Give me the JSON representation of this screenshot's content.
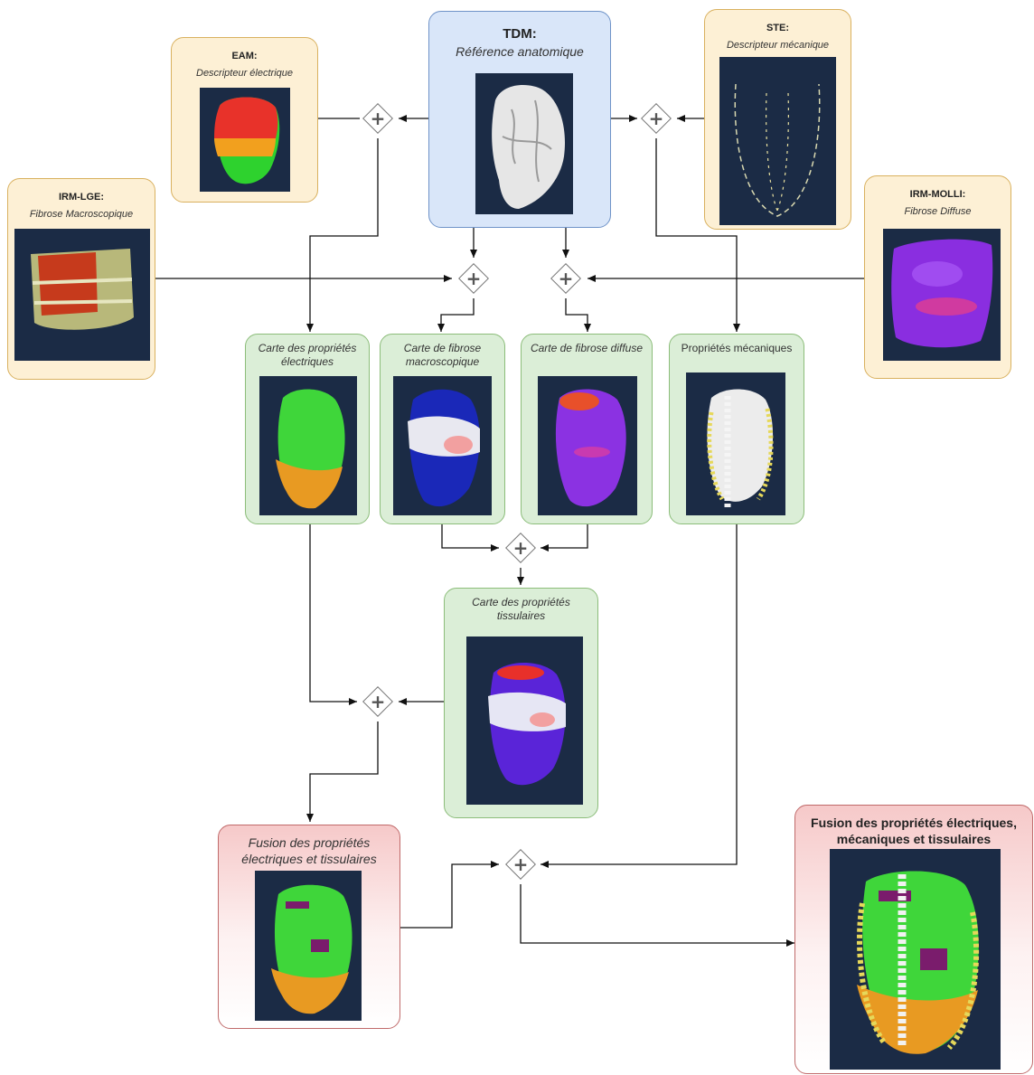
{
  "nodes": {
    "tdm": {
      "title": "TDM:",
      "subtitle": "Référence anatomique"
    },
    "eam": {
      "title": "EAM:",
      "subtitle": "Descripteur électrique"
    },
    "ste": {
      "title": "STE:",
      "subtitle": "Descripteur mécanique"
    },
    "irm_lge": {
      "title": "IRM-LGE:",
      "subtitle": "Fibrose Macroscopique"
    },
    "irm_molli": {
      "title": "IRM-MOLLI:",
      "subtitle": "Fibrose Diffuse"
    },
    "carte_electrique": {
      "label": "Carte des propriétés électriques"
    },
    "carte_fibrose_macro": {
      "label": "Carte de fibrose macroscopique"
    },
    "carte_fibrose_diffuse": {
      "label": "Carte de fibrose diffuse"
    },
    "proprietes_mecaniques": {
      "label": "Propriétés mécaniques"
    },
    "carte_tissulaire": {
      "label": "Carte des propriétés tissulaires"
    },
    "fusion_elec_tissu": {
      "label": "Fusion des propriétés électriques et tissulaires"
    },
    "fusion_finale": {
      "label": "Fusion des propriétés électriques, mécaniques et tissulaires"
    }
  },
  "combine_symbol": "+",
  "colors": {
    "input_box": "#fdf0d5",
    "reference_box": "#d9e6f9",
    "intermediate_box": "#dbeed7",
    "fusion_box": "#f6c9c9",
    "image_background": "#1b2b45"
  }
}
